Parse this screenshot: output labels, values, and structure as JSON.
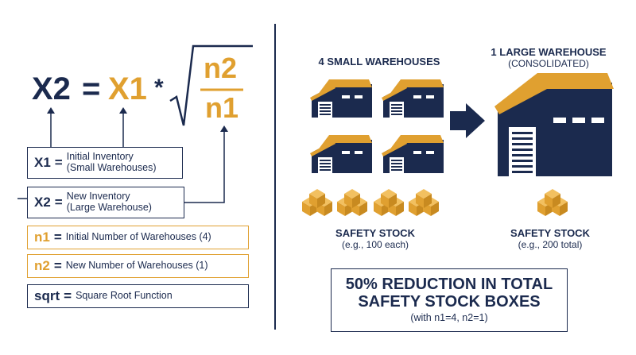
{
  "formula": {
    "lhs": "X2",
    "equals": "=",
    "x1": "X1",
    "times": "*",
    "numerator": "n2",
    "denominator": "n1"
  },
  "legend": [
    {
      "symbol": "X1",
      "eq": "=",
      "line1": "Initial Inventory",
      "line2": "(Small Warehouses)"
    },
    {
      "symbol": "X2",
      "eq": "=",
      "line1": "New Inventory",
      "line2": "(Large Warehouse)"
    },
    {
      "symbol": "n1",
      "eq": "=",
      "line1": "Initial Number of Warehouses (4)"
    },
    {
      "symbol": "n2",
      "eq": "=",
      "line1": "New Number of Warehouses (1)"
    },
    {
      "symbol": "sqrt",
      "eq": "=",
      "line1": "Square Root Function"
    }
  ],
  "small": {
    "title": "4 SMALL WAREHOUSES",
    "stock_title": "SAFETY STOCK",
    "stock_note": "(e.g., 100 each)"
  },
  "large": {
    "title": "1 LARGE WAREHOUSE",
    "subtitle": "(CONSOLIDATED)",
    "stock_title": "SAFETY STOCK",
    "stock_note": "(e.g., 200 total)"
  },
  "result": {
    "line1": "50% REDUCTION IN TOTAL",
    "line2": "SAFETY STOCK BOXES",
    "note": "(with n1=4, n2=1)"
  },
  "colors": {
    "navy": "#1b2a4e",
    "gold": "#e0a030"
  }
}
